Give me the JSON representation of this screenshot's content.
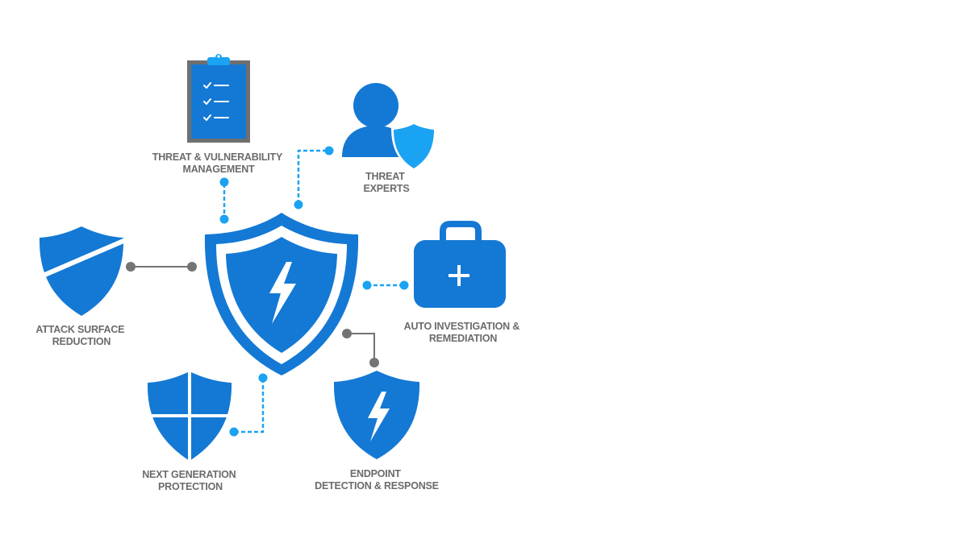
{
  "colors": {
    "primary_blue": "#1479d4",
    "light_blue": "#1aa3f2",
    "connector_gray": "#747474",
    "frame_gray": "#6f6f6f",
    "label_gray": "#6b6b6b",
    "white": "#ffffff"
  },
  "hub": {
    "icon": "lightning-shield-icon"
  },
  "nodes": {
    "threat_vulnerability": {
      "icon": "clipboard-checklist-icon",
      "label_lines": [
        "THREAT & VULNERABILITY",
        "MANAGEMENT"
      ]
    },
    "threat_experts": {
      "icon": "user-shield-icon",
      "label_lines": [
        "THREAT",
        "EXPERTS"
      ]
    },
    "attack_surface": {
      "icon": "slashed-shield-icon",
      "label_lines": [
        "ATTACK SURFACE",
        "REDUCTION"
      ]
    },
    "auto_investigation": {
      "icon": "medical-kit-icon",
      "label_lines": [
        "AUTO INVESTIGATION &",
        "REMEDIATION"
      ]
    },
    "next_generation": {
      "icon": "windows-shield-icon",
      "label_lines": [
        "NEXT GENERATION",
        "PROTECTION"
      ]
    },
    "endpoint_detection": {
      "icon": "lightning-shield-icon",
      "label_lines": [
        "ENDPOINT",
        "DETECTION & RESPONSE"
      ]
    }
  }
}
